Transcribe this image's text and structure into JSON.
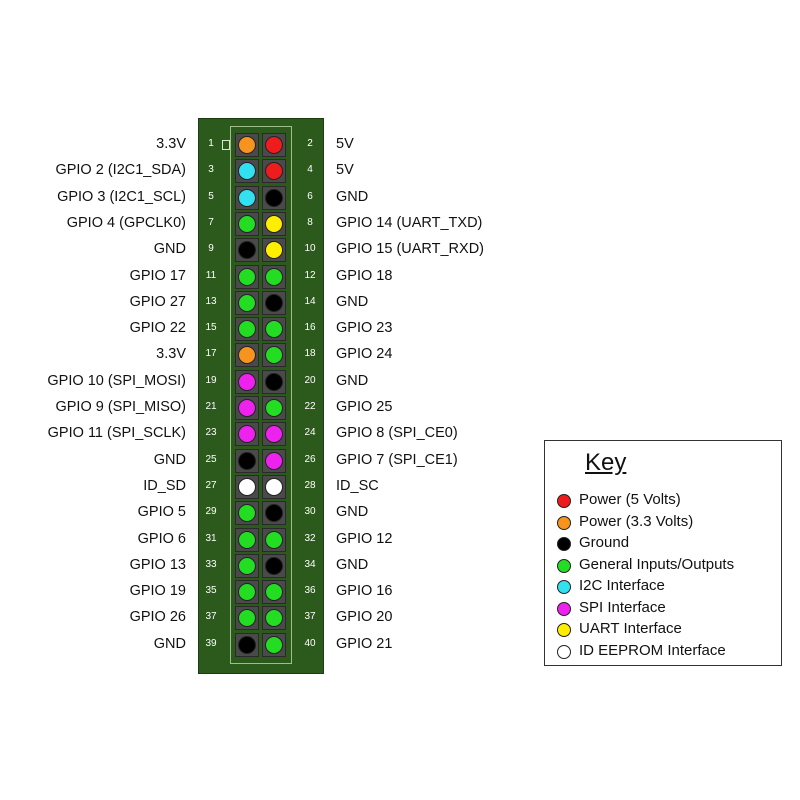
{
  "colors": {
    "power5v": "#ee1c1c",
    "power33v": "#f7941d",
    "ground": "#000000",
    "gpio": "#22dd22",
    "i2c": "#33e0f0",
    "spi": "#ee22ee",
    "uart": "#ffee00",
    "eeprom": "#ffffff"
  },
  "pins": [
    {
      "num": "1",
      "label": "3.3V",
      "type": "power33v"
    },
    {
      "num": "2",
      "label": "5V",
      "type": "power5v"
    },
    {
      "num": "3",
      "label": "GPIO 2 (I2C1_SDA)",
      "type": "i2c"
    },
    {
      "num": "4",
      "label": "5V",
      "type": "power5v"
    },
    {
      "num": "5",
      "label": "GPIO 3 (I2C1_SCL)",
      "type": "i2c"
    },
    {
      "num": "6",
      "label": "GND",
      "type": "ground"
    },
    {
      "num": "7",
      "label": "GPIO 4 (GPCLK0)",
      "type": "gpio"
    },
    {
      "num": "8",
      "label": "GPIO 14 (UART_TXD)",
      "type": "uart"
    },
    {
      "num": "9",
      "label": "GND",
      "type": "ground"
    },
    {
      "num": "10",
      "label": "GPIO 15 (UART_RXD)",
      "type": "uart"
    },
    {
      "num": "11",
      "label": "GPIO 17",
      "type": "gpio"
    },
    {
      "num": "12",
      "label": "GPIO 18",
      "type": "gpio"
    },
    {
      "num": "13",
      "label": "GPIO 27",
      "type": "gpio"
    },
    {
      "num": "14",
      "label": "GND",
      "type": "ground"
    },
    {
      "num": "15",
      "label": "GPIO 22",
      "type": "gpio"
    },
    {
      "num": "16",
      "label": "GPIO 23",
      "type": "gpio"
    },
    {
      "num": "17",
      "label": "3.3V",
      "type": "power33v"
    },
    {
      "num": "18",
      "label": "GPIO 24",
      "type": "gpio"
    },
    {
      "num": "19",
      "label": "GPIO 10 (SPI_MOSI)",
      "type": "spi"
    },
    {
      "num": "20",
      "label": "GND",
      "type": "ground"
    },
    {
      "num": "21",
      "label": "GPIO 9 (SPI_MISO)",
      "type": "spi"
    },
    {
      "num": "22",
      "label": "GPIO 25",
      "type": "gpio"
    },
    {
      "num": "23",
      "label": "GPIO 11 (SPI_SCLK)",
      "type": "spi"
    },
    {
      "num": "24",
      "label": "GPIO 8 (SPI_CE0)",
      "type": "spi"
    },
    {
      "num": "25",
      "label": "GND",
      "type": "ground"
    },
    {
      "num": "26",
      "label": "GPIO 7 (SPI_CE1)",
      "type": "spi"
    },
    {
      "num": "27",
      "label": "ID_SD",
      "type": "eeprom"
    },
    {
      "num": "28",
      "label": "ID_SC",
      "type": "eeprom"
    },
    {
      "num": "29",
      "label": "GPIO 5",
      "type": "gpio"
    },
    {
      "num": "30",
      "label": "GND",
      "type": "ground"
    },
    {
      "num": "31",
      "label": "GPIO 6",
      "type": "gpio"
    },
    {
      "num": "32",
      "label": "GPIO 12",
      "type": "gpio"
    },
    {
      "num": "33",
      "label": "GPIO 13",
      "type": "gpio"
    },
    {
      "num": "34",
      "label": "GND",
      "type": "ground"
    },
    {
      "num": "35",
      "label": "GPIO 19",
      "type": "gpio"
    },
    {
      "num": "36",
      "label": "GPIO 16",
      "type": "gpio"
    },
    {
      "num": "37",
      "label": "GPIO 26",
      "type": "gpio"
    },
    {
      "num": "37",
      "label": "GPIO 20",
      "type": "gpio"
    },
    {
      "num": "39",
      "label": "GND",
      "type": "ground"
    },
    {
      "num": "40",
      "label": "GPIO 21",
      "type": "gpio"
    }
  ],
  "key": {
    "title": "Key",
    "items": [
      {
        "label": "Power (5 Volts)",
        "type": "power5v"
      },
      {
        "label": "Power (3.3 Volts)",
        "type": "power33v"
      },
      {
        "label": "Ground",
        "type": "ground"
      },
      {
        "label": "General Inputs/Outputs",
        "type": "gpio"
      },
      {
        "label": "I2C Interface",
        "type": "i2c"
      },
      {
        "label": "SPI Interface",
        "type": "spi"
      },
      {
        "label": "UART Interface",
        "type": "uart"
      },
      {
        "label": "ID EEPROM Interface",
        "type": "eeprom"
      }
    ]
  }
}
